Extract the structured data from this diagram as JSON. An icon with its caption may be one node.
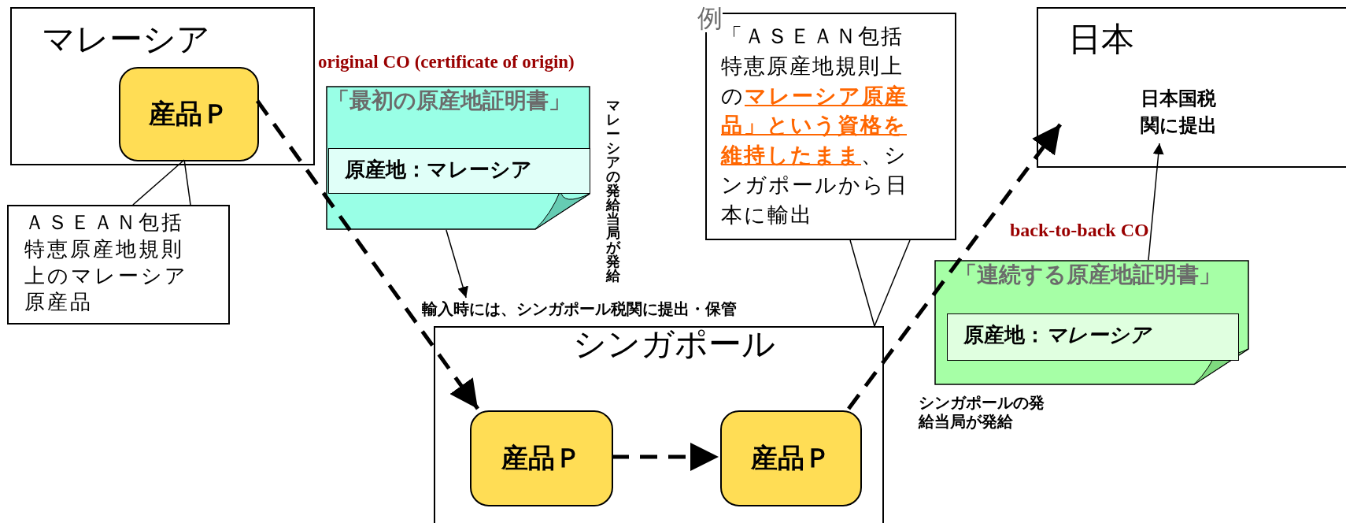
{
  "diagram": {
    "nodes": [
      {
        "text": [
          "マレーシア"
        ]
      },
      {
        "text": [
          "産品Ｐ"
        ],
        "in": 0
      },
      {
        "text": [
          "ＡＳＥＡＮ包括特恵原産地規則上のマレーシア原産品"
        ]
      },
      {
        "text": [
          "original CO (certificate of origin)",
          "「最初の原産地証明書」"
        ],
        "beside": [
          "マレーシアの発給当局が発給"
        ]
      },
      {
        "text": [
          "原産地：マレーシア"
        ],
        "in": 3
      },
      {
        "text": [
          "輸入時には、シンガポール税関に提出・保管"
        ]
      },
      {
        "text": [
          "シンガポール"
        ]
      },
      {
        "text": [
          "産品Ｐ"
        ],
        "in": 6
      },
      {
        "text": [
          "産品Ｐ"
        ],
        "in": 6
      },
      {
        "text": [
          "「ＡＳＥＡＮ包括特恵原産地規則上の**マレーシア原産品」という資格を維持したまま**、シンガポールから日本に輸出"
        ]
      },
      {
        "text": [
          "日本"
        ]
      },
      {
        "text": [
          "日本国税関に提出"
        ],
        "in": 10
      },
      {
        "text": [
          "back-to-back CO",
          "「連続する原産地証明書」"
        ],
        "beside": [
          "シンガポールの発給当局が発給"
        ]
      },
      {
        "text": [
          "原産地：*マレーシア*"
        ],
        "in": 12
      }
    ],
    "edges": [
      {
        "from": 2,
        "to": 1,
        "arrow": "none"
      },
      {
        "from": 1,
        "to": 7,
        "arrow": "to",
        "style": "dashed"
      },
      {
        "from": 3,
        "to": 5,
        "arrow": "to"
      },
      {
        "from": 7,
        "to": 8,
        "arrow": "to",
        "style": "dashed"
      },
      {
        "from": 9,
        "to": 6,
        "arrow": "none"
      },
      {
        "from": 8,
        "to": 10,
        "arrow": "to",
        "style": "dashed"
      },
      {
        "from": 12,
        "to": 11,
        "arrow": "to"
      }
    ],
    "labels": [
      "例"
    ]
  }
}
